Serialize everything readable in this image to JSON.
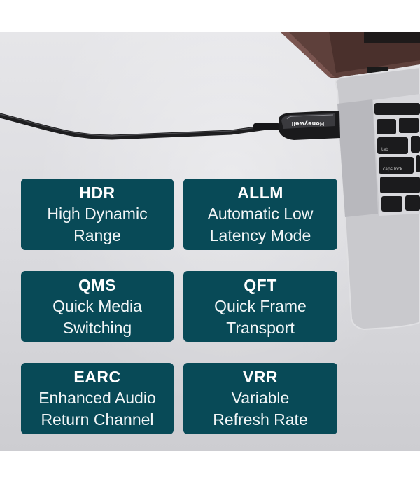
{
  "image": {
    "background_color": "#ffffff",
    "photo_background": "#dcdce0",
    "card_color": "#084a57",
    "card_text_color": "#ffffff"
  },
  "product": {
    "brand_on_connector": "Honeywell"
  },
  "laptop": {
    "key_labels": [
      "tab",
      "caps lock"
    ]
  },
  "features": [
    {
      "abbr": "HDR",
      "line1": "High Dynamic",
      "line2": "Range"
    },
    {
      "abbr": "ALLM",
      "line1": "Automatic Low",
      "line2": "Latency Mode"
    },
    {
      "abbr": "QMS",
      "line1": "Quick Media",
      "line2": "Switching"
    },
    {
      "abbr": "QFT",
      "line1": "Quick Frame",
      "line2": "Transport"
    },
    {
      "abbr": "EARC",
      "line1": "Enhanced Audio",
      "line2": "Return Channel"
    },
    {
      "abbr": "VRR",
      "line1": "Variable",
      "line2": "Refresh Rate"
    }
  ]
}
